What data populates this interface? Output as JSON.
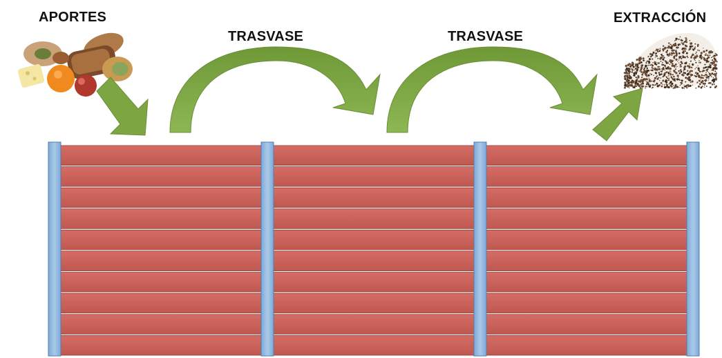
{
  "labels": {
    "input": "APORTES",
    "transfer_1": "TRASVASE",
    "transfer_2": "TRASVASE",
    "output": "EXTRACCIÓN"
  },
  "bins": {
    "count": 3,
    "slats_per_bin": 10
  },
  "colors": {
    "slat": "#c9615a",
    "slat_border": "#8f3c37",
    "post": "#98bce0",
    "post_border": "#4f7fb2",
    "arrow": "#7da541",
    "arrow_dark": "#5f8630",
    "compost": "#6b4a33"
  },
  "icons": {
    "input": "food-scraps-icon",
    "output": "compost-pile-icon"
  }
}
